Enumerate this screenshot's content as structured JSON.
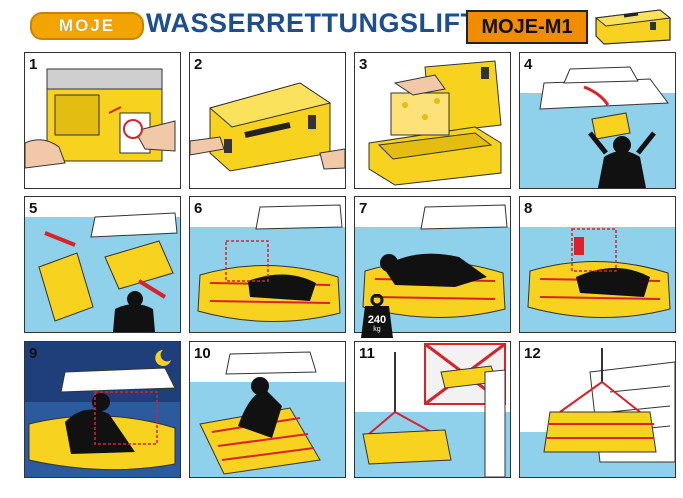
{
  "header": {
    "logo": "MOJE",
    "title": "WASSERRETTUNGSLIFT",
    "registered": "®",
    "model": "MOJE-M1"
  },
  "panels": [
    {
      "num": "1"
    },
    {
      "num": "2"
    },
    {
      "num": "3"
    },
    {
      "num": "4"
    },
    {
      "num": "5"
    },
    {
      "num": "6"
    },
    {
      "num": "7"
    },
    {
      "num": "8"
    },
    {
      "num": "9"
    },
    {
      "num": "10"
    },
    {
      "num": "11"
    },
    {
      "num": "12"
    }
  ],
  "weight_badge": {
    "value": "240",
    "unit": "kg"
  },
  "colors": {
    "yellow": "#f7d21e",
    "orange": "#f08c00",
    "blue": "#1d4f8f",
    "sea": "#8fd0ea",
    "red": "#d8232a",
    "night": "#1f3f7a"
  }
}
